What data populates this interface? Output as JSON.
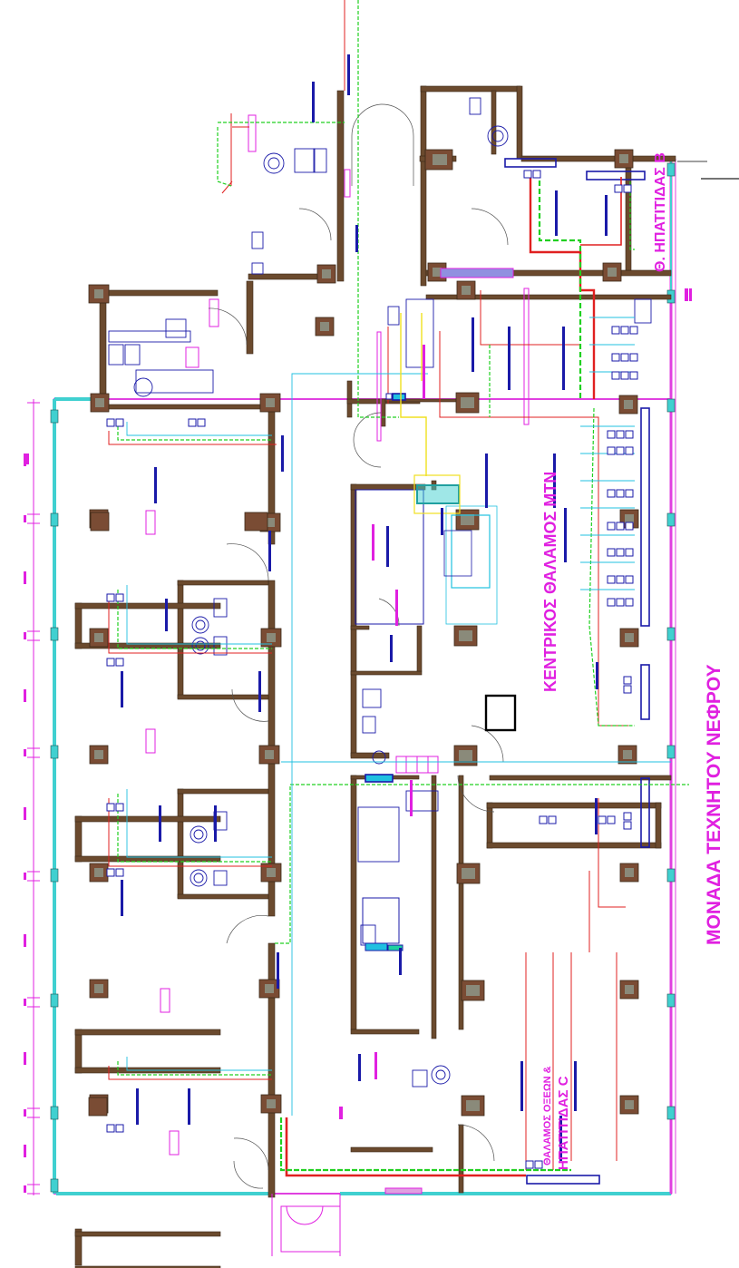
{
  "titles": {
    "unit": "ΜΟΝΑΔΑ ΤΕΧΝΗΤΟΥ ΝΕΦΡΟΥ",
    "central_hall": "ΚΕΝΤΡΙΚΟΣ ΘΑΛΑΜΟΣ ΜΤΝ",
    "room_b": "Θ. ΗΠΑΤΙΤΙΔΑΣ Β",
    "room_c_line1": "ΘΑΛΑΜΟΣ ΟΞΕΩΝ &",
    "room_c_line2": "ΗΠΑΤΙΤΙΔΑΣ C"
  },
  "colors": {
    "wall": "#6b4a2e",
    "wall_outline": "#3a2818",
    "column_fill": "#7a4c34",
    "column_inner": "#7a9a6a",
    "outer_wall": "#e040e0",
    "glass": "#40d0d0",
    "pipe_red": "#e02020",
    "pipe_green": "#20d020",
    "pipe_blue": "#1a1aa8",
    "pipe_cyan": "#20c0e0",
    "pipe_yellow": "#f0e020",
    "magenta": "#e020e0",
    "dim_axis": "#e020e0"
  }
}
